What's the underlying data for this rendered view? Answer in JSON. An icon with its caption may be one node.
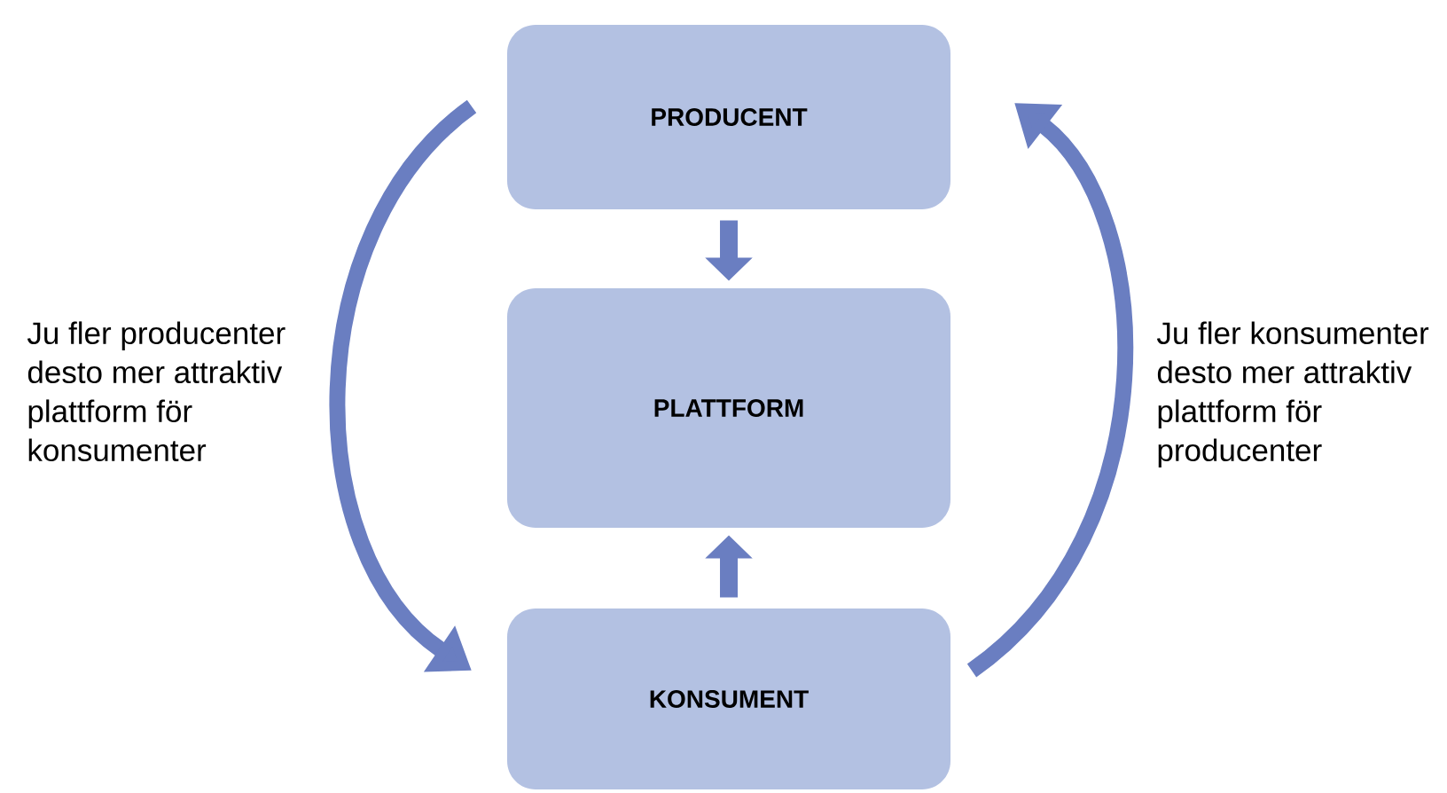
{
  "diagram": {
    "nodes": [
      {
        "text": [
          "PRODUCENT"
        ]
      },
      {
        "text": [
          "PLATTFORM"
        ]
      },
      {
        "text": [
          "KONSUMENT"
        ]
      }
    ],
    "edges": [
      {
        "from": 0,
        "to": 2,
        "arrow": "to",
        "label": "Ju fler producenter desto mer attraktiv plattform för konsumenter"
      },
      {
        "from": 2,
        "to": 0,
        "arrow": "to",
        "label": "Ju fler konsumenter desto mer attraktiv plattform för producenter"
      },
      {
        "from": 0,
        "to": 1,
        "arrow": "to"
      },
      {
        "from": 2,
        "to": 1,
        "arrow": "to"
      }
    ]
  }
}
